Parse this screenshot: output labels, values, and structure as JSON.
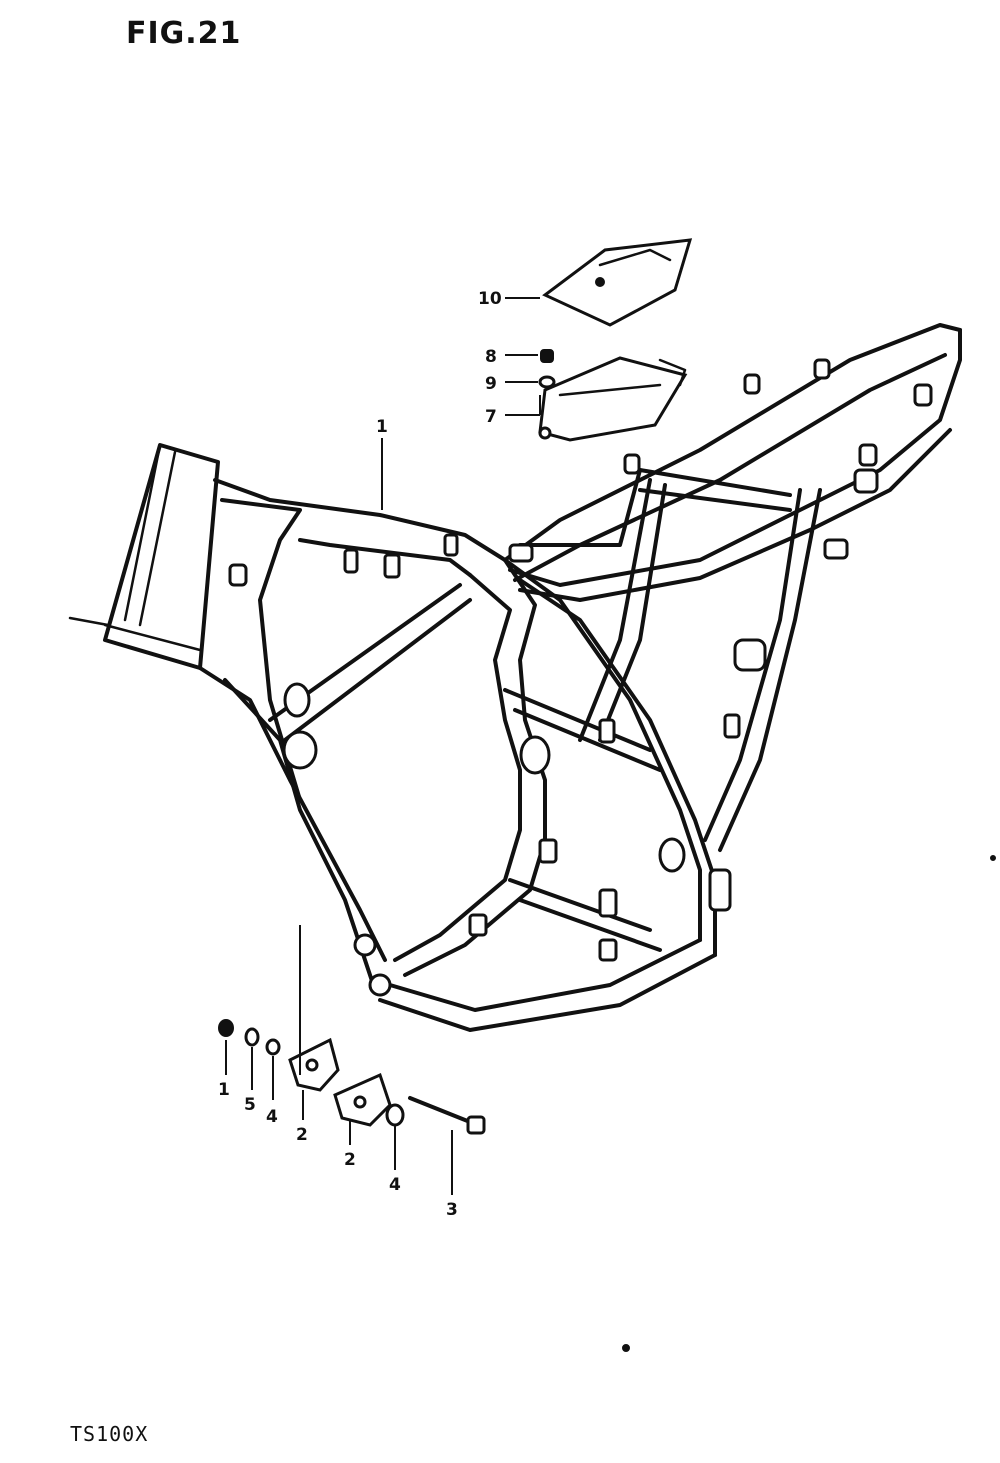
{
  "figure": {
    "title": "FIG.21",
    "model": "TS100X"
  },
  "callouts": [
    {
      "id": "c1",
      "label": "1"
    },
    {
      "id": "c10",
      "label": "10"
    },
    {
      "id": "c8",
      "label": "8"
    },
    {
      "id": "c9",
      "label": "9"
    },
    {
      "id": "c7",
      "label": "7"
    },
    {
      "id": "c1b",
      "label": "1"
    },
    {
      "id": "c5",
      "label": "5"
    },
    {
      "id": "c4a",
      "label": "4"
    },
    {
      "id": "c2a",
      "label": "2"
    },
    {
      "id": "c2b",
      "label": "2"
    },
    {
      "id": "c4b",
      "label": "4"
    },
    {
      "id": "c3",
      "label": "3"
    }
  ]
}
